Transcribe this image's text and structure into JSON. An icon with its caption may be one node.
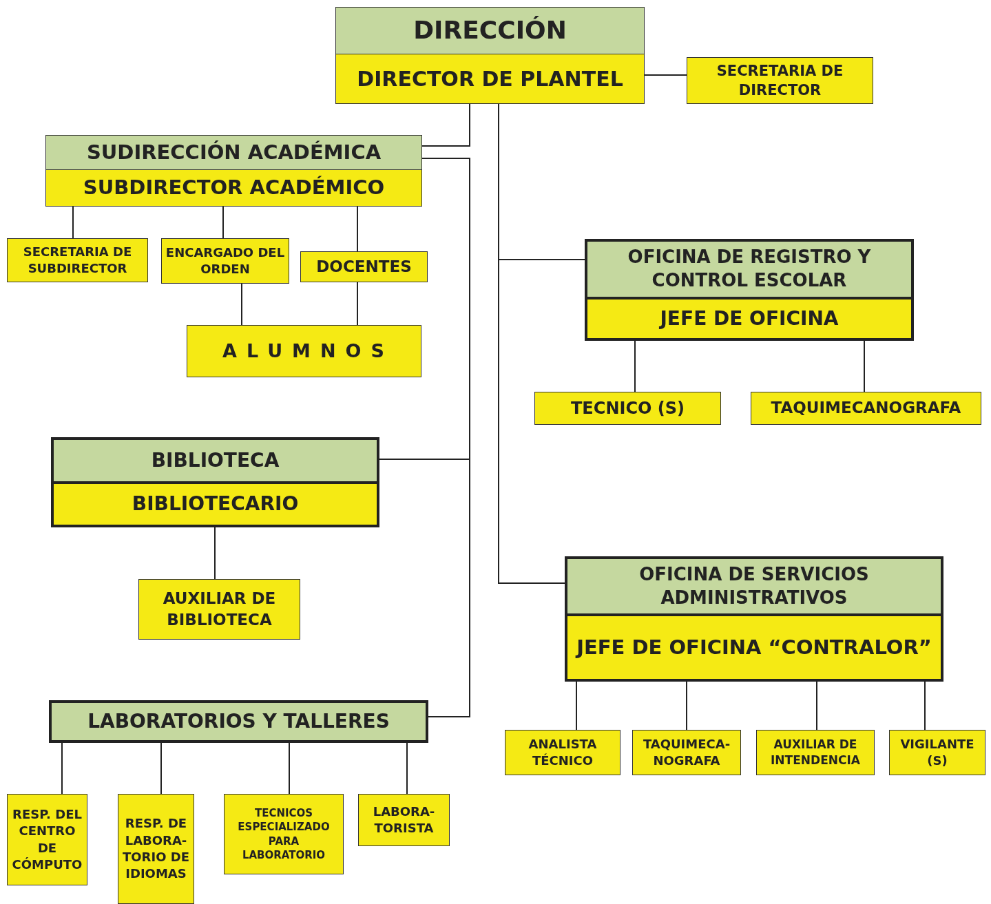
{
  "diagram": {
    "nodes": [
      {
        "text": [
          "DIRECCIÓN",
          "DIRECTOR DE PLANTEL"
        ]
      },
      {
        "text": [
          "SECRETARIA DE DIRECTOR"
        ]
      },
      {
        "text": [
          "SUDIRECCIÓN ACADÉMICA",
          "SUBDIRECTOR ACADÉMICO"
        ]
      },
      {
        "text": [
          "SECRETARIA DE SUBDIRECTOR"
        ]
      },
      {
        "text": [
          "ENCARGADO DEL ORDEN"
        ]
      },
      {
        "text": [
          "DOCENTES"
        ]
      },
      {
        "text": [
          "ALUMNOS"
        ]
      },
      {
        "text": [
          "OFICINA DE REGISTRO Y CONTROL ESCOLAR",
          "JEFE DE OFICINA"
        ]
      },
      {
        "text": [
          "TECNICO (S)"
        ]
      },
      {
        "text": [
          "TAQUIMECANOGRAFA"
        ]
      },
      {
        "text": [
          "BIBLIOTECA",
          "BIBLIOTECARIO"
        ]
      },
      {
        "text": [
          "AUXILIAR DE BIBLIOTECA"
        ]
      },
      {
        "text": [
          "OFICINA DE SERVICIOS ADMINISTRATIVOS",
          "JEFE DE OFICINA “CONTRALOR”"
        ]
      },
      {
        "text": [
          "ANALISTA TÉCNICO"
        ]
      },
      {
        "text": [
          "TAQUIMECA- NOGRAFA"
        ]
      },
      {
        "text": [
          "AUXILIAR DE INTENDENCIA"
        ]
      },
      {
        "text": [
          "VIGILANTE (S)"
        ]
      },
      {
        "text": [
          "LABORATORIOS Y TALLERES"
        ]
      },
      {
        "text": [
          "RESP. DEL CENTRO DE CÓMPUTO"
        ]
      },
      {
        "text": [
          "RESP. DE LABORA- TORIO DE IDIOMAS"
        ]
      },
      {
        "text": [
          "TECNICOS ESPECIALIZADO PARA LABORATORIO"
        ]
      },
      {
        "text": [
          "LABORA- TORISTA"
        ]
      }
    ],
    "edges": [
      {
        "from": 0,
        "to": 1,
        "arrow": "none"
      },
      {
        "from": 0,
        "to": 2,
        "arrow": "none"
      },
      {
        "from": 0,
        "to": 7,
        "arrow": "none"
      },
      {
        "from": 0,
        "to": 12,
        "arrow": "none"
      },
      {
        "from": 2,
        "to": 3,
        "arrow": "none"
      },
      {
        "from": 2,
        "to": 4,
        "arrow": "none"
      },
      {
        "from": 2,
        "to": 5,
        "arrow": "none"
      },
      {
        "from": 4,
        "to": 6,
        "arrow": "none"
      },
      {
        "from": 5,
        "to": 6,
        "arrow": "none"
      },
      {
        "from": 2,
        "to": 10,
        "arrow": "none"
      },
      {
        "from": 2,
        "to": 17,
        "arrow": "none"
      },
      {
        "from": 7,
        "to": 8,
        "arrow": "none"
      },
      {
        "from": 7,
        "to": 9,
        "arrow": "none"
      },
      {
        "from": 10,
        "to": 11,
        "arrow": "none"
      },
      {
        "from": 12,
        "to": 13,
        "arrow": "none"
      },
      {
        "from": 12,
        "to": 14,
        "arrow": "none"
      },
      {
        "from": 12,
        "to": 15,
        "arrow": "none"
      },
      {
        "from": 12,
        "to": 16,
        "arrow": "none"
      },
      {
        "from": 17,
        "to": 18,
        "arrow": "none"
      },
      {
        "from": 17,
        "to": 19,
        "arrow": "none"
      },
      {
        "from": 17,
        "to": 20,
        "arrow": "none"
      },
      {
        "from": 17,
        "to": 21,
        "arrow": "none"
      }
    ]
  }
}
